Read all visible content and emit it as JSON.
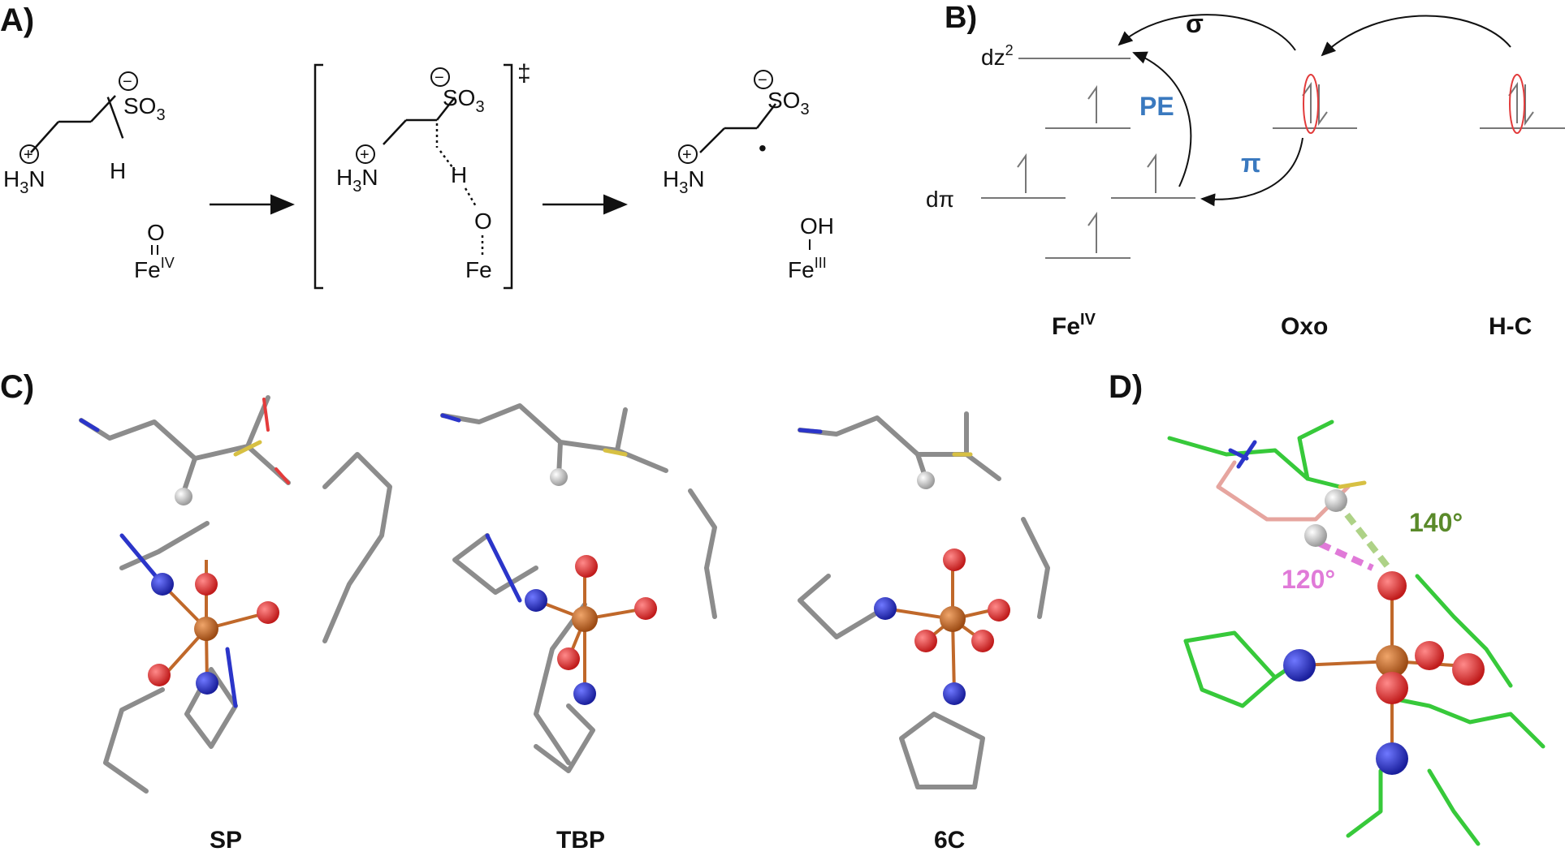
{
  "panel_a": {
    "label": "A)",
    "reactant": {
      "sulfonate": "SO",
      "sulfonate_sub": "3",
      "charge_minus": "−",
      "charge_plus": "+",
      "amine": "H",
      "amine_sub": "3",
      "amine_n": "N",
      "h": "H",
      "oxo": "O",
      "fe": "Fe",
      "fe_sup": "IV"
    },
    "ts": {
      "sulfonate": "SO",
      "sulfonate_sub": "3",
      "amine": "H",
      "amine_sub": "3",
      "amine_n": "N",
      "h": "H",
      "o": "O",
      "fe": "Fe",
      "dagger": "‡"
    },
    "product": {
      "sulfonate": "SO",
      "sulfonate_sub": "3",
      "amine": "H",
      "amine_sub": "3",
      "amine_n": "N",
      "radical": "•",
      "oh": "OH",
      "fe": "Fe",
      "fe_sup": "III"
    }
  },
  "panel_b": {
    "label": "B)",
    "dz2": "dz",
    "dz2_sup": "2",
    "dpi": "dπ",
    "sigma": "σ",
    "pe": "PE",
    "pi": "π",
    "col_fe": "Fe",
    "col_fe_sup": "IV",
    "col_oxo": "Oxo",
    "col_hc": "H-C"
  },
  "panel_c": {
    "label": "C)",
    "structures": [
      "SP",
      "TBP",
      "6C"
    ]
  },
  "panel_d": {
    "label": "D)",
    "angle_green": "140°",
    "angle_pink": "120°"
  },
  "colors": {
    "fe": "#c0682a",
    "o": "#e43b3b",
    "n": "#2b35c9",
    "h": "#e8e8e8",
    "carbon_stick": "#8c8c8c",
    "green_stick": "#37c93a",
    "pink_stick": "#e6a59f",
    "sulfur": "#d7c043",
    "blue_label": "#3a79bf",
    "green_label": "#5a8a2a",
    "pink_label": "#e07ad8"
  }
}
